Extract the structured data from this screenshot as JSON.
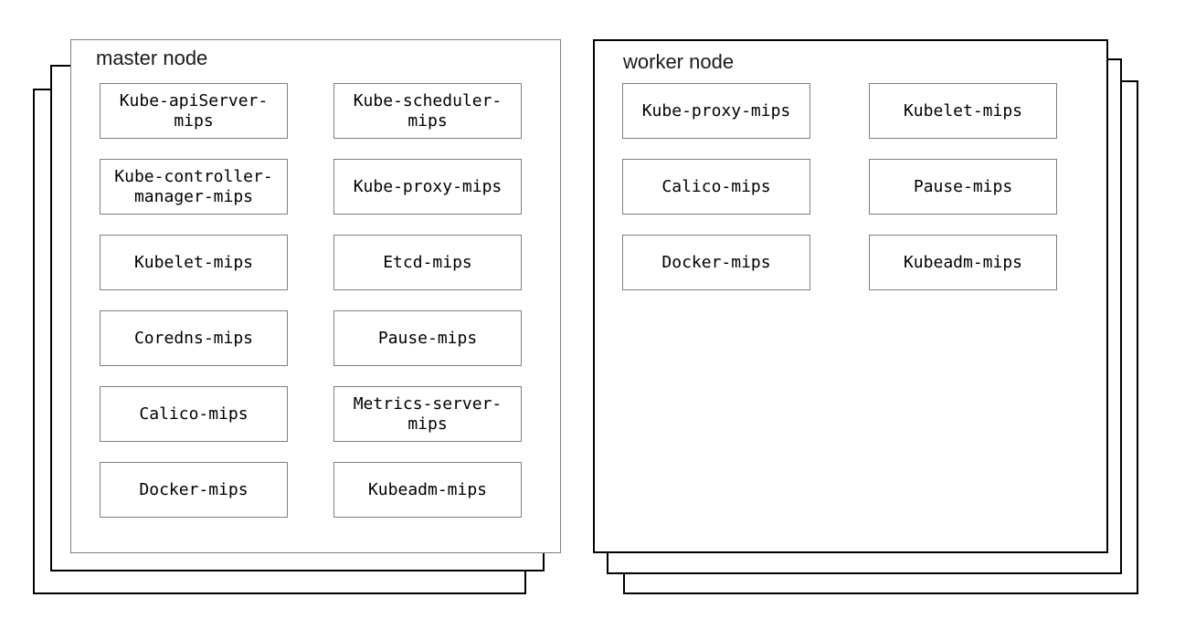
{
  "colors": {
    "background": "#ffffff",
    "panel_border_gray": "#808080",
    "stack_border_black": "#000000",
    "text": "#000000"
  },
  "diagram": {
    "nodes": [
      {
        "title": "master node",
        "components": [
          "Kube-apiServer-\nmips",
          "Kube-scheduler-\nmips",
          "Kube-controller-\nmanager-mips",
          "Kube-proxy-mips",
          "Kubelet-mips",
          "Etcd-mips",
          "Coredns-mips",
          "Pause-mips",
          "Calico-mips",
          "Metrics-server-\nmips",
          "Docker-mips",
          "Kubeadm-mips"
        ]
      },
      {
        "title": "worker node",
        "components": [
          "Kube-proxy-mips",
          "Kubelet-mips",
          "Calico-mips",
          "Pause-mips",
          "Docker-mips",
          "Kubeadm-mips"
        ]
      }
    ]
  }
}
